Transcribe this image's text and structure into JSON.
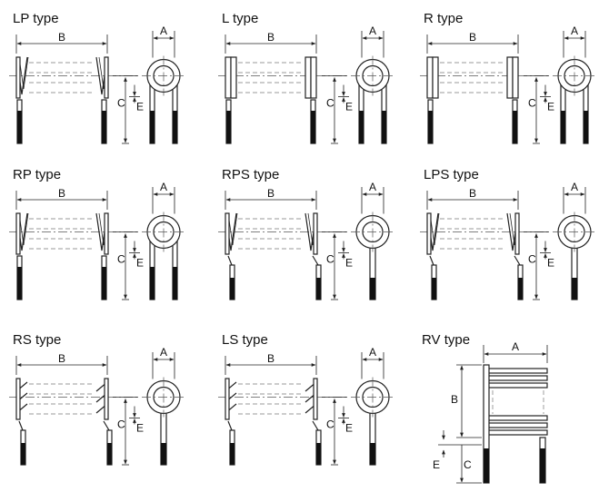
{
  "types": [
    {
      "id": "lp",
      "title": "LP type",
      "coil": "v",
      "end": "straight"
    },
    {
      "id": "l",
      "title": "L type",
      "coil": "loop",
      "end": "straight"
    },
    {
      "id": "r",
      "title": "R type",
      "coil": "loop",
      "end": "straight"
    },
    {
      "id": "rp",
      "title": "RP type",
      "coil": "v",
      "end": "straight"
    },
    {
      "id": "rps",
      "title": "RPS type",
      "coil": "v",
      "end": "bent"
    },
    {
      "id": "lps",
      "title": "LPS type",
      "coil": "v",
      "end": "bent"
    },
    {
      "id": "rs",
      "title": "RS type",
      "coil": "slant",
      "end": "bent"
    },
    {
      "id": "ls",
      "title": "LS type",
      "coil": "slant",
      "end": "bent"
    }
  ],
  "rv": {
    "title": "RV type"
  },
  "dims": {
    "a": "A",
    "b": "B",
    "c": "C",
    "e": "E"
  },
  "colors": {
    "line": "#222222",
    "leg": "#111111",
    "center": "#555555"
  }
}
